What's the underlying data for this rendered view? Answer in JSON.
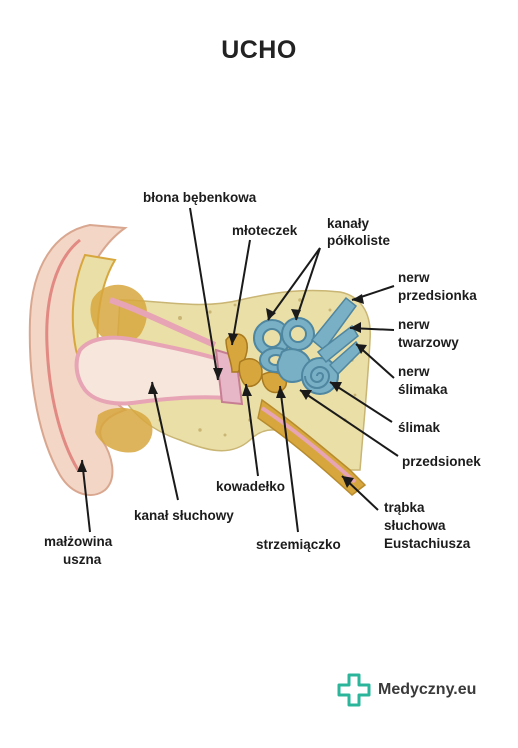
{
  "title": "UCHO",
  "labels": {
    "blona": "błona bębenkowa",
    "mloteczek": "młoteczek",
    "kanaly_1": "kanały",
    "kanaly_2": "półkoliste",
    "nerw_p_1": "nerw",
    "nerw_p_2": "przedsionka",
    "nerw_t_1": "nerw",
    "nerw_t_2": "twarzowy",
    "nerw_s_1": "nerw",
    "nerw_s_2": "ślimaka",
    "slimak": "ślimak",
    "przedsionek": "przedsionek",
    "trabka_1": "trąbka",
    "trabka_2": "słuchowa",
    "trabka_3": "Eustachiusza",
    "strzemiaczko": "strzemiączko",
    "kowadelko": "kowadełko",
    "kanal": "kanał słuchowy",
    "malzowina_1": "małżowina",
    "malzowina_2": "uszna"
  },
  "logo": {
    "text": "Medyczny.eu",
    "color": "#2bb59a"
  },
  "colors": {
    "skin": "#f3d6c6",
    "bone": "#eadfa6",
    "gold": "#d7a73e",
    "pink": "#e7a4b4",
    "canal": "#f6e6dc",
    "inner_ear": "#7ab0c6",
    "red": "#d24a4a"
  }
}
